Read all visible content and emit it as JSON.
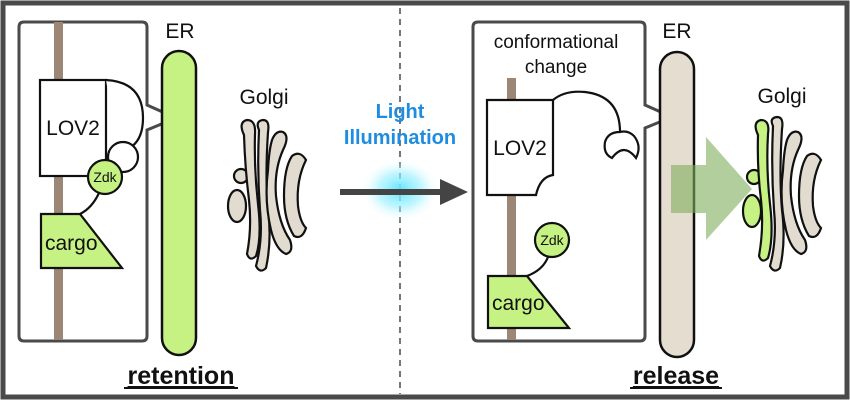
{
  "title": "Light-induced ER retention and release of cargo (LOV2–Zdk system)",
  "colors": {
    "frame": "#4a4a4a",
    "er_retention_fill": "#c6f284",
    "er_release_fill": "#e5ddd0",
    "golgi_fill": "#e2dbd0",
    "golgi_cargo_fill": "#c6f284",
    "cargo_fill": "#c6f284",
    "zdk_fill": "#c6f284",
    "membrane_anchor": "#9c8777",
    "light_text": "#1e8ce0",
    "light_glow": "#5ee6ff",
    "arrow": "#444444",
    "transport_arrow": "#7fae5a"
  },
  "divider": {
    "style": "dashed"
  },
  "left_panel": {
    "state_label": "retention",
    "organelle_er": "ER",
    "organelle_golgi": "Golgi",
    "inset": {
      "lov2_label": "LOV2",
      "zdk_label": "Zdk",
      "cargo_label": "cargo"
    }
  },
  "center": {
    "stimulus_line1": "Light",
    "stimulus_line2": "Illumination"
  },
  "right_panel": {
    "state_label": "release",
    "organelle_er": "ER",
    "organelle_golgi": "Golgi",
    "inset": {
      "caption_line1": "conformational",
      "caption_line2": "change",
      "lov2_label": "LOV2",
      "zdk_label": "Zdk",
      "cargo_label": "cargo"
    }
  }
}
